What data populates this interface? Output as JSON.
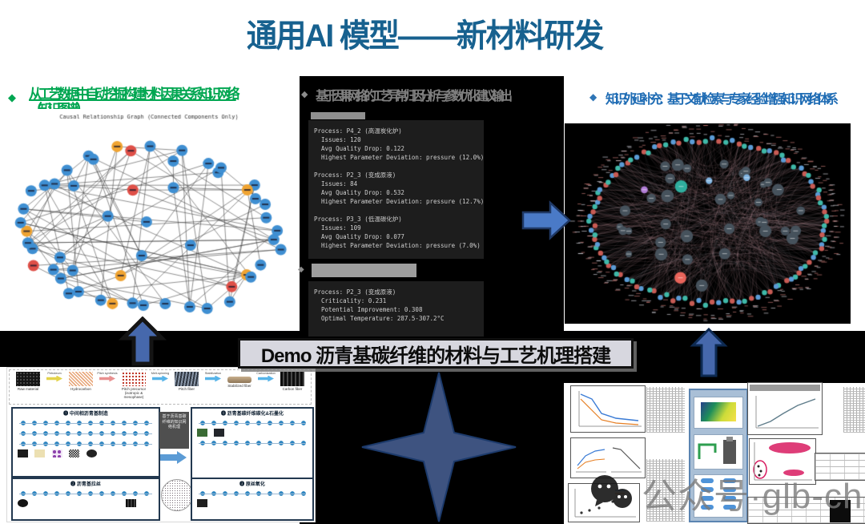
{
  "slide": {
    "title": "通用AI 模型——新材料研发"
  },
  "bullets": {
    "left_line1": "从工艺数据中自动挖掘构建材料因果关系知识网络",
    "left_line2": "（知识图谱）",
    "middle": "基于因果网络的工艺异常归因分析与参数优化建议输出",
    "right": "知识外延补充：基于文献检索与专家经验增强知识网络体系"
  },
  "left_graph": {
    "title": "Causal Relationship Graph (Connected Components Only)",
    "node_color": "#3f8fd2",
    "warn_color": "#f0a432",
    "alert_color": "#df5048",
    "edge_color": "rgba(60,60,60,0.8)"
  },
  "terminal1": {
    "lines": [
      "Process: P4_2 (高温炭化炉)",
      "  Issues: 120",
      "  Avg Quality Drop: 0.122",
      "  Highest Parameter Deviation: pressure (12.0%)",
      "",
      "Process: P2_3 (变成原液)",
      "  Issues: 84",
      "  Avg Quality Drop: 0.532",
      "  Highest Parameter Deviation: pressure (12.7%)",
      "",
      "Process: P3_3 (低温碳化炉)",
      "  Issues: 109",
      "  Avg Quality Drop: 0.077",
      "  Highest Parameter Deviation: pressure (7.0%)"
    ]
  },
  "terminal2": {
    "lines": [
      "Process: P2_3 (变成原液)",
      "  Criticality: 0.231",
      "  Potential Improvement: 0.308",
      "  Optimal Temperature: 287.5-307.2°C"
    ]
  },
  "demo_label": "Demo 沥青基碳纤维的材料与工艺机理搭建",
  "flowchart": {
    "stages": [
      "Raw material",
      "Hydrocarbon",
      "Pitch precursor (isotropic & mesophase)",
      "Pitch fiber",
      "Stabilized fiber",
      "Carbon fiber"
    ],
    "arrow_labels": [
      "Petroleum",
      "Pitch synthesis",
      "Melt-spinning",
      "Stabilization",
      "Carbonization"
    ],
    "panel1": "❶ 中间相沥青基制造",
    "panel2": "❷ 沥青基拉丝",
    "panel3": "❸ 原丝氧化",
    "panel4": "❹ 沥青基碳纤维碳化&石墨化",
    "center_label": "基于沥青基碳纤维的知识网络机理"
  },
  "right_graph": {
    "bg": "#000000",
    "ring_colors": [
      "#c75b54",
      "#3fb8a8",
      "#5b9bd5"
    ],
    "core_color": "#46525c",
    "accent_colors": [
      "#e8645a",
      "#2fae9e",
      "#b07cd6",
      "#7fb3e0"
    ],
    "edge_pink": "rgba(234,180,190,0.18)",
    "edge_gray": "rgba(175,175,185,0.14)"
  },
  "watermark": {
    "text": "公众号·glb-china"
  }
}
